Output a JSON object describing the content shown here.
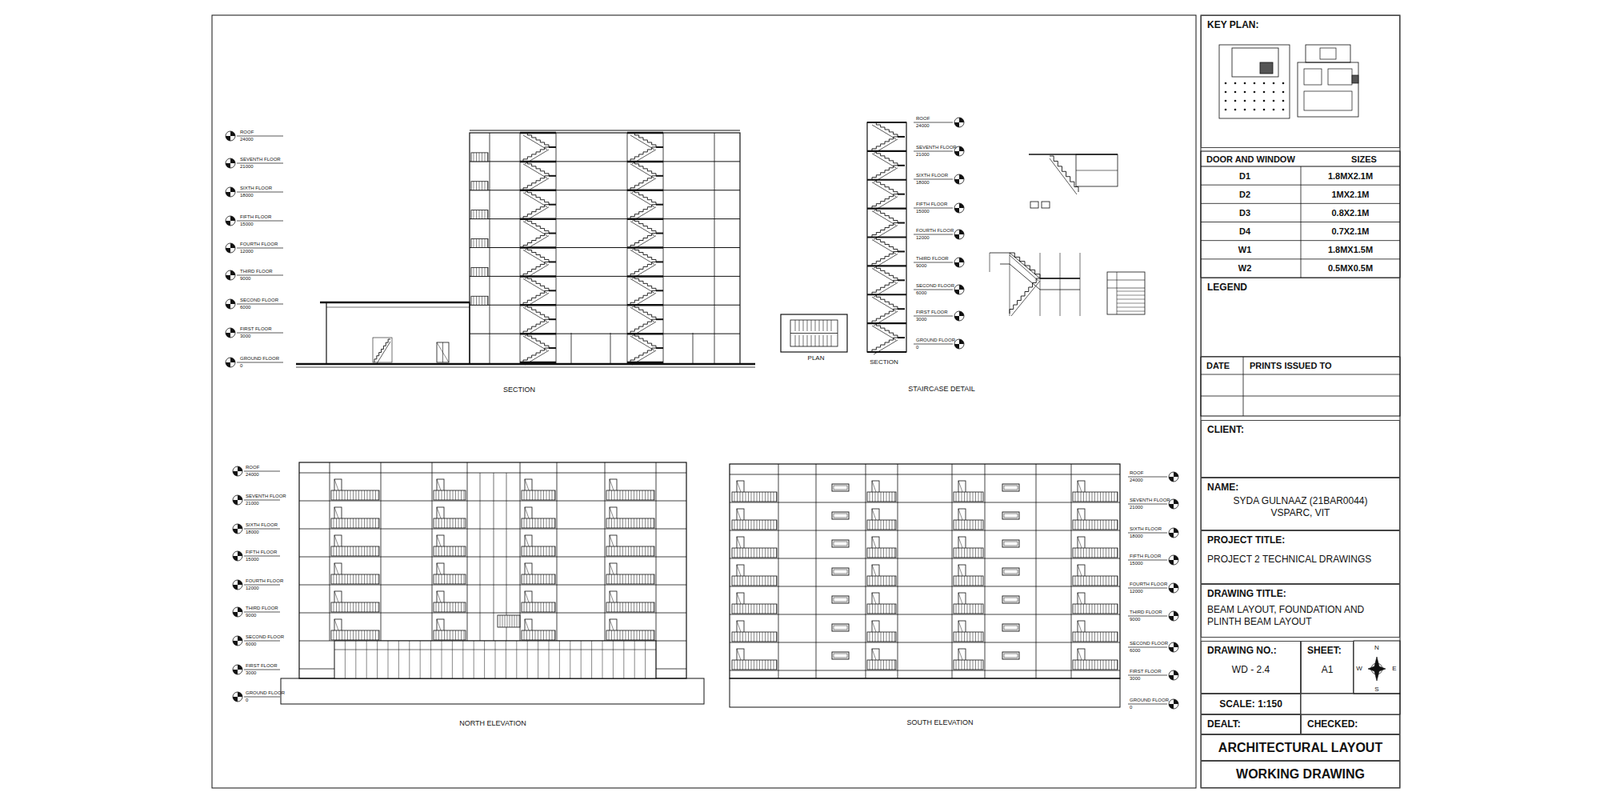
{
  "diagram": {
    "nodes": [
      {
        "text": [
          "KEY PLAN:"
        ]
      },
      {
        "text": [
          "LEGEND"
        ]
      },
      {
        "text": [
          "CLIENT:"
        ]
      },
      {
        "text": [
          "NAME:",
          "SYDA GULNAAZ (21BAR0044)",
          "VSPARC, VIT"
        ]
      },
      {
        "text": [
          "PROJECT TITLE:",
          "PROJECT 2 TECHNICAL DRAWINGS"
        ]
      },
      {
        "text": [
          "DRAWING TITLE:",
          "BEAM LAYOUT, FOUNDATION AND PLINTH BEAM LAYOUT"
        ]
      },
      {
        "text": [
          "DRAWING NO.:",
          "WD  -  2.4"
        ]
      },
      {
        "text": [
          "SHEET:",
          "A1"
        ]
      },
      {
        "text": [
          "SCALE: 1:150"
        ]
      },
      {
        "text": [
          "DEALT:"
        ]
      },
      {
        "text": [
          "CHECKED:"
        ]
      },
      {
        "text": [
          "ARCHITECTURAL LAYOUT"
        ]
      },
      {
        "text": [
          "WORKING DRAWING"
        ]
      }
    ],
    "labels": [
      "SECTION",
      "PLAN",
      "SECTION",
      "STAIRCASE DETAIL",
      "NORTH ELEVATION",
      "SOUTH ELEVATION",
      "DOOR AND WINDOW",
      "SIZES",
      "D1",
      "1.8MX2.1M",
      "D2",
      "1MX2.1M",
      "D3",
      "0.8X2.1M",
      "D4",
      "0.7X2.1M",
      "W1",
      "1.8MX1.5M",
      "W2",
      "0.5MX0.5M",
      "DATE",
      "PRINTS ISSUED TO",
      "N",
      "E",
      "S",
      "W",
      "ROOF",
      "24000",
      "SEVENTH FLOOR",
      "21000",
      "SIXTH FLOOR",
      "18000",
      "FIFTH FLOOR",
      "15000",
      "FOURTH FLOOR",
      "12000",
      "THIRD FLOOR",
      "9000",
      "SECOND FLOOR",
      "6000",
      "FIRST FLOOR",
      "3000",
      "GROUND FLOOR",
      "0",
      "ROOF",
      "24000",
      "SEVENTH FLOOR",
      "21000",
      "SIXTH FLOOR",
      "18000",
      "FIFTH FLOOR",
      "15000",
      "FOURTH FLOOR",
      "12000",
      "THIRD FLOOR",
      "9000",
      "SECOND FLOOR",
      "6000",
      "FIRST FLOOR",
      "3000",
      "GROUND FLOOR",
      "0",
      "ROOF",
      "24000",
      "SEVENTH FLOOR",
      "21000",
      "SIXTH FLOOR",
      "18000",
      "FIFTH FLOOR",
      "15000",
      "FOURTH FLOOR",
      "12000",
      "THIRD FLOOR",
      "9000",
      "SECOND FLOOR",
      "6000",
      "FIRST FLOOR",
      "3000",
      "GROUND FLOOR",
      "0",
      "ROOF",
      "24000",
      "SEVENTH FLOOR",
      "21000",
      "SIXTH FLOOR",
      "18000",
      "FIFTH FLOOR",
      "15000",
      "FOURTH FLOOR",
      "12000",
      "THIRD FLOOR",
      "9000",
      "SECOND FLOOR",
      "6000",
      "FIRST FLOOR",
      "3000",
      "GROUND FLOOR",
      "0"
    ]
  }
}
